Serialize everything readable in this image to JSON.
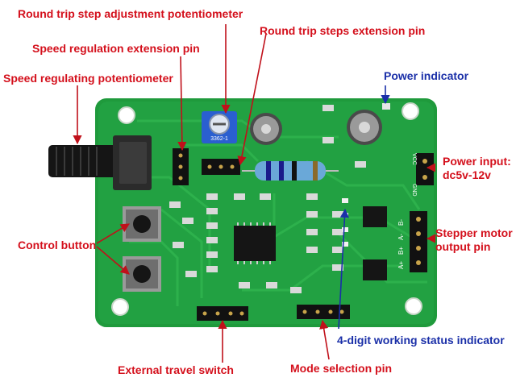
{
  "labels": {
    "round_trip_pot": "Round trip step adjustment potentiometer",
    "speed_ext_pin": "Speed regulation extension pin",
    "round_trip_ext_pin": "Round trip steps extension pin",
    "speed_pot": "Speed regulating potentiometer",
    "power_indicator": "Power indicator",
    "power_input_1": "Power input:",
    "power_input_2": "dc5v-12v",
    "control_button": "Control button",
    "stepper_out_1": "Stepper motor",
    "stepper_out_2": "output pin",
    "status_indicator": "4-digit working status indicator",
    "travel_switch": "External travel switch",
    "mode_pin": "Mode selection pin"
  },
  "board_text": {
    "pot_code": "3362-1",
    "gnd": "GND",
    "vcc": "VCC",
    "pin_a_plus": "A+",
    "pin_b_plus": "B+",
    "pin_a_minus": "A-",
    "pin_b_minus": "B-"
  },
  "colors": {
    "label_red": "#d4101c",
    "label_blue": "#1a2fa8",
    "pcb_green": "#1f9a3c",
    "trace_green": "#2fb34e"
  }
}
